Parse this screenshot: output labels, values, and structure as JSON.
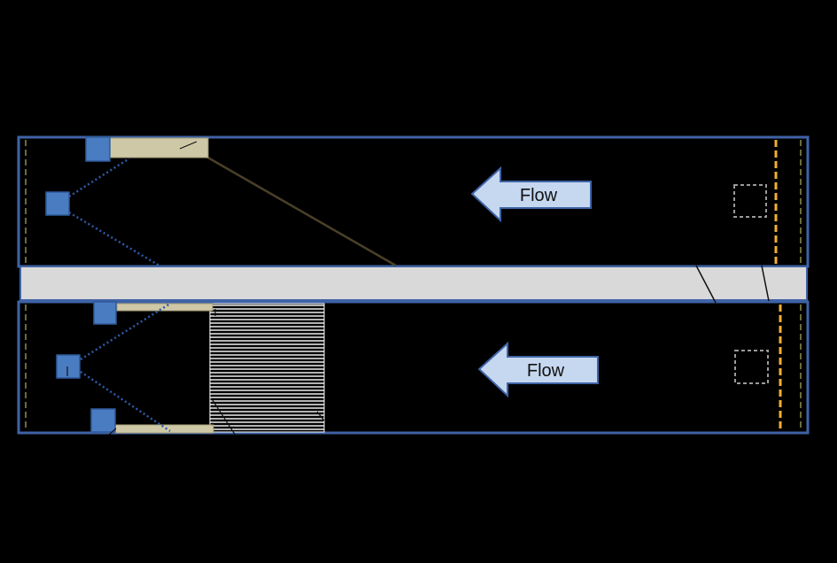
{
  "diagram": {
    "flow_arrows": [
      {
        "label": "Flow",
        "direction": "left"
      },
      {
        "label": "Flow",
        "direction": "left"
      }
    ],
    "colors": {
      "background": "#000000",
      "channel_border": "#3f63a6",
      "divider_fill": "#d9d9d9",
      "square_fill": "#4a7cc2",
      "tan_fill": "#cfc8a6",
      "arrow_fill": "#c6d8f0",
      "dashed_yellow": "#f0b030",
      "dashed_dark": "#6a6a3a",
      "dotted_blue": "#2f5aa8",
      "mesh": "#ffffff"
    },
    "icons": [
      "square-marker-icon",
      "flow-arrow-icon",
      "dashed-box-icon"
    ]
  }
}
